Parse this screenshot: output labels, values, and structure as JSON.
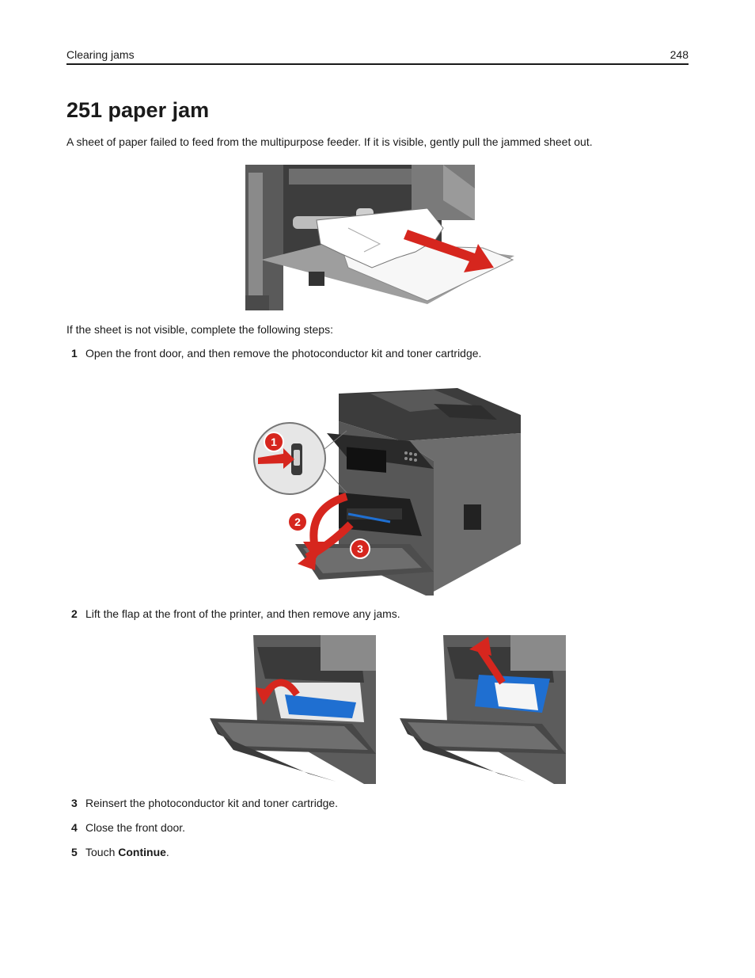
{
  "header": {
    "section": "Clearing jams",
    "page_number": "248"
  },
  "title": "251 paper jam",
  "intro": "A sheet of paper failed to feed from the multipurpose feeder. If it is visible, gently pull the jammed sheet out.",
  "followup": "If the sheet is not visible, complete the following steps:",
  "steps": [
    {
      "num": "1",
      "text": "Open the front door, and then remove the photoconductor kit and toner cartridge."
    },
    {
      "num": "2",
      "text": "Lift the flap at the front of the printer, and then remove any jams."
    },
    {
      "num": "3",
      "text": "Reinsert the photoconductor kit and toner cartridge."
    },
    {
      "num": "4",
      "text": "Close the front door."
    },
    {
      "num": "5",
      "text_before": "Touch ",
      "text_bold": "Continue",
      "text_after": "."
    }
  ],
  "callouts": [
    "1",
    "2",
    "3"
  ],
  "colors": {
    "arrow": "#d6261e",
    "flap": "#1f6fd1",
    "printer_dark": "#4a4a4a",
    "printer_light": "#9a9a9a"
  }
}
